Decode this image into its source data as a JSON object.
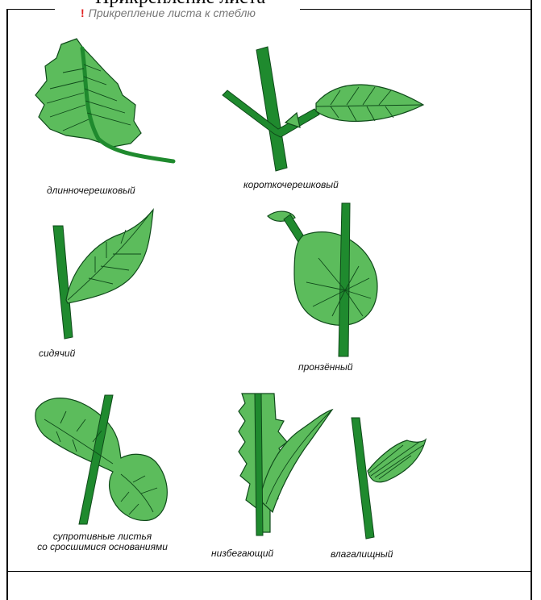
{
  "page_top_text": "Прикрепление листа",
  "header": {
    "icon": "exclamation-icon",
    "title": "Прикрепление листа к стеблю"
  },
  "captions": {
    "dlinno": "длинночерешковый",
    "korotko": "короткочерешковый",
    "sidyachiy": "сидячий",
    "pronzenny": "пронзённый",
    "suprotivnye_line1": "супротивные листья",
    "suprotivnye_line2": "со сросшимися основаниями",
    "nizbegayushchiy": "низбегающий",
    "vlagalishchny": "влагалищный"
  },
  "colors": {
    "leaf": "#5cbc5c",
    "stem": "#1f8a2e",
    "outline": "#0f4a1a",
    "accent": "#e02020"
  }
}
